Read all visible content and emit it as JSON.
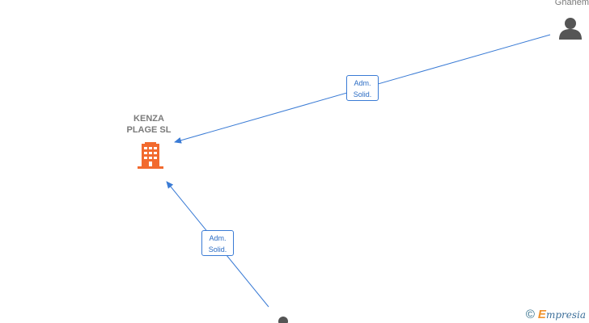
{
  "company": {
    "name_line1": "KENZA",
    "name_line2": "PLAGE  SL"
  },
  "person_top": {
    "name": "Ghanem"
  },
  "relations": [
    {
      "line1": "Adm.",
      "line2": "Solid."
    },
    {
      "line1": "Adm.",
      "line2": "Solid."
    }
  ],
  "footer": {
    "copyright": "©",
    "brand_initial": "E",
    "brand_rest": "mpresia"
  },
  "colors": {
    "edge": "#3a7bd5",
    "company_icon": "#f26a2e",
    "person_icon": "#555555"
  },
  "icons": {
    "company": "building-icon",
    "person": "person-icon"
  }
}
